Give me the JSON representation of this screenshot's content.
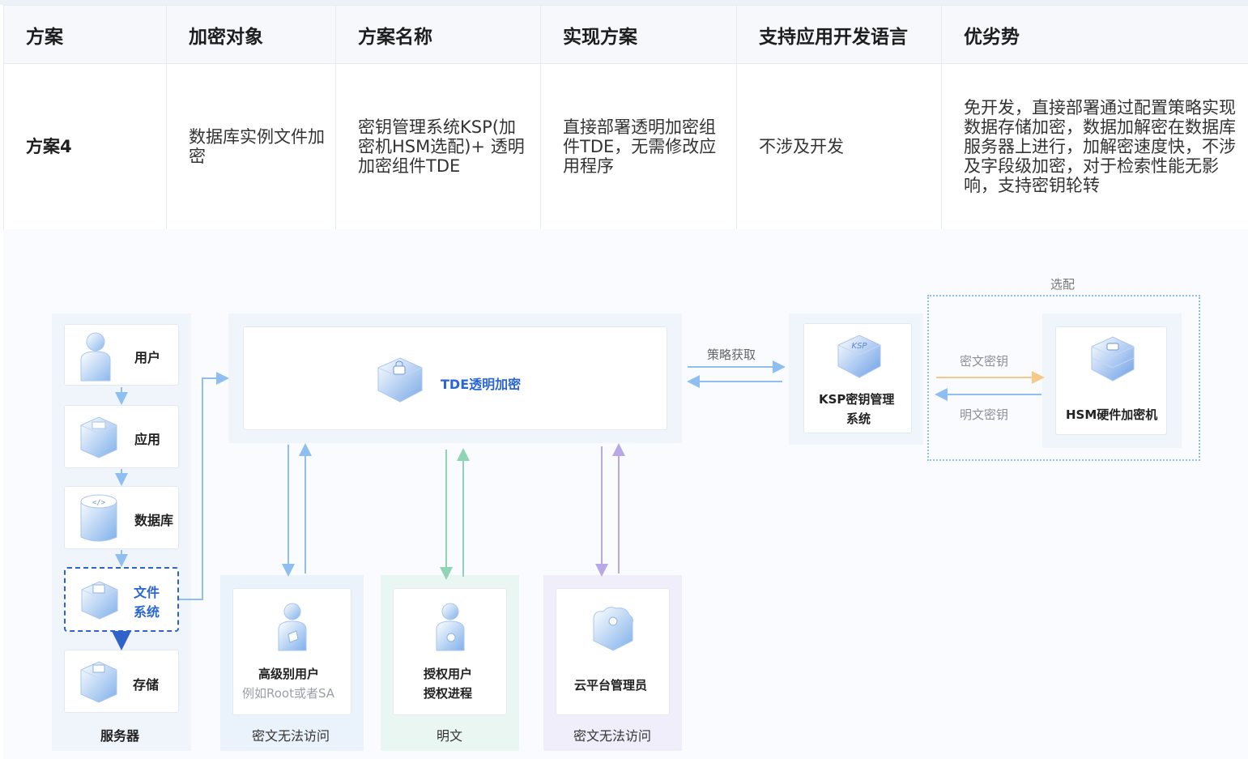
{
  "table": {
    "headers": [
      "方案",
      "加密对象",
      "方案名称",
      "实现方案",
      "支持应用开发语言",
      "优劣势"
    ],
    "row": [
      "方案4",
      "数据库实例文件加密",
      "密钥管理系统KSP(加密机HSM选配)+ 透明加密组件TDE",
      "直接部署透明加密组件TDE，无需修改应用程序",
      "不涉及开发",
      "免开发，直接部署通过配置策略实现数据存储加密，数据加解密在数据库服务器上进行，加解密速度快，不涉及字段级加密，对于检索性能无影响，支持密钥轮转"
    ]
  },
  "diagram": {
    "server_stack": {
      "user": "用户",
      "app": "应用",
      "database": "数据库",
      "fs_line1": "文件",
      "fs_line2": "系统",
      "storage": "存储",
      "caption": "服务器"
    },
    "tde_label": "TDE透明加密",
    "policy_label": "策略获取",
    "ksp_line1": "KSP密钥管理",
    "ksp_line2": "系统",
    "optional_label": "选配",
    "cipher_key_label": "密文密钥",
    "plain_key_label": "明文密钥",
    "hsm_label": "HSM硬件加密机",
    "roles": [
      {
        "title": "高级别用户",
        "subtitle": "例如Root或者SA",
        "caption": "密文无法访问"
      },
      {
        "title_line1": "授权用户",
        "title_line2": "授权进程",
        "caption": "明文"
      },
      {
        "title": "云平台管理员",
        "caption": "密文无法访问"
      }
    ],
    "ksp_icon_text": "KSP",
    "colors": {
      "accent_blue": "#2a66d2",
      "arrow_blue": "#8fbff0",
      "arrow_green": "#8fd4b5",
      "arrow_purple": "#b9a8e6",
      "arrow_yellow": "#f5c98a"
    }
  }
}
